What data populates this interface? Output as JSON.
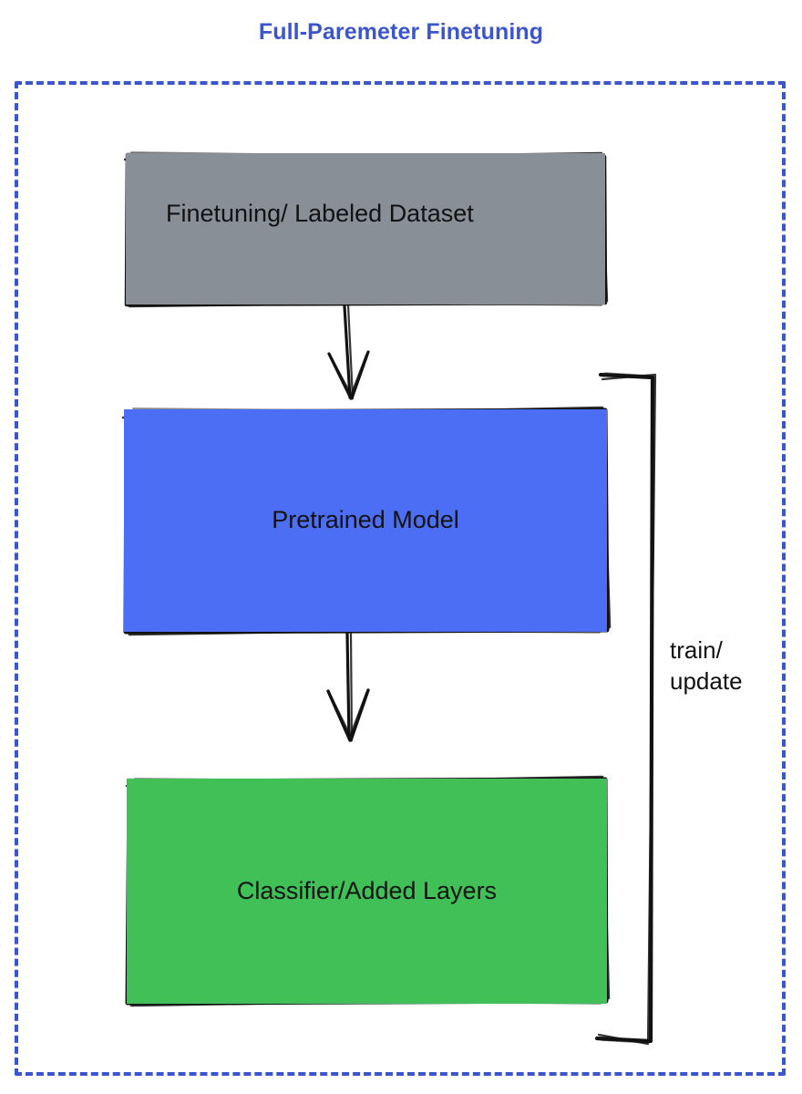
{
  "title": "Full-Paremeter Finetuning",
  "theme": {
    "title_color": "#3b55cc",
    "frame_color": "#3b55cc",
    "stroke_color": "#121212",
    "dataset_fill": "#888f96",
    "pretrained_fill": "#4c6ef5",
    "classifier_fill": "#40c057",
    "background": "#ffffff"
  },
  "nodes": [
    {
      "id": "dataset",
      "label": "Finetuning/ Labeled Dataset",
      "fill": "#888f96"
    },
    {
      "id": "pretrained",
      "label": "Pretrained Model",
      "fill": "#4c6ef5"
    },
    {
      "id": "classifier",
      "label": "Classifier/Added Layers",
      "fill": "#40c057"
    }
  ],
  "edges": [
    {
      "id": "dataset-to-pretrained",
      "from": "dataset",
      "to": "pretrained",
      "label": "",
      "style": "arrow-down"
    },
    {
      "id": "pretrained-to-classifier",
      "from": "pretrained",
      "to": "classifier",
      "label": "",
      "style": "arrow-down"
    },
    {
      "id": "feedback-loop",
      "from": "classifier",
      "to": "pretrained",
      "label": "train/\nupdate",
      "style": "bracket-right"
    }
  ],
  "loop_label": "train/\nupdate",
  "frame": {
    "style": "dashed"
  }
}
